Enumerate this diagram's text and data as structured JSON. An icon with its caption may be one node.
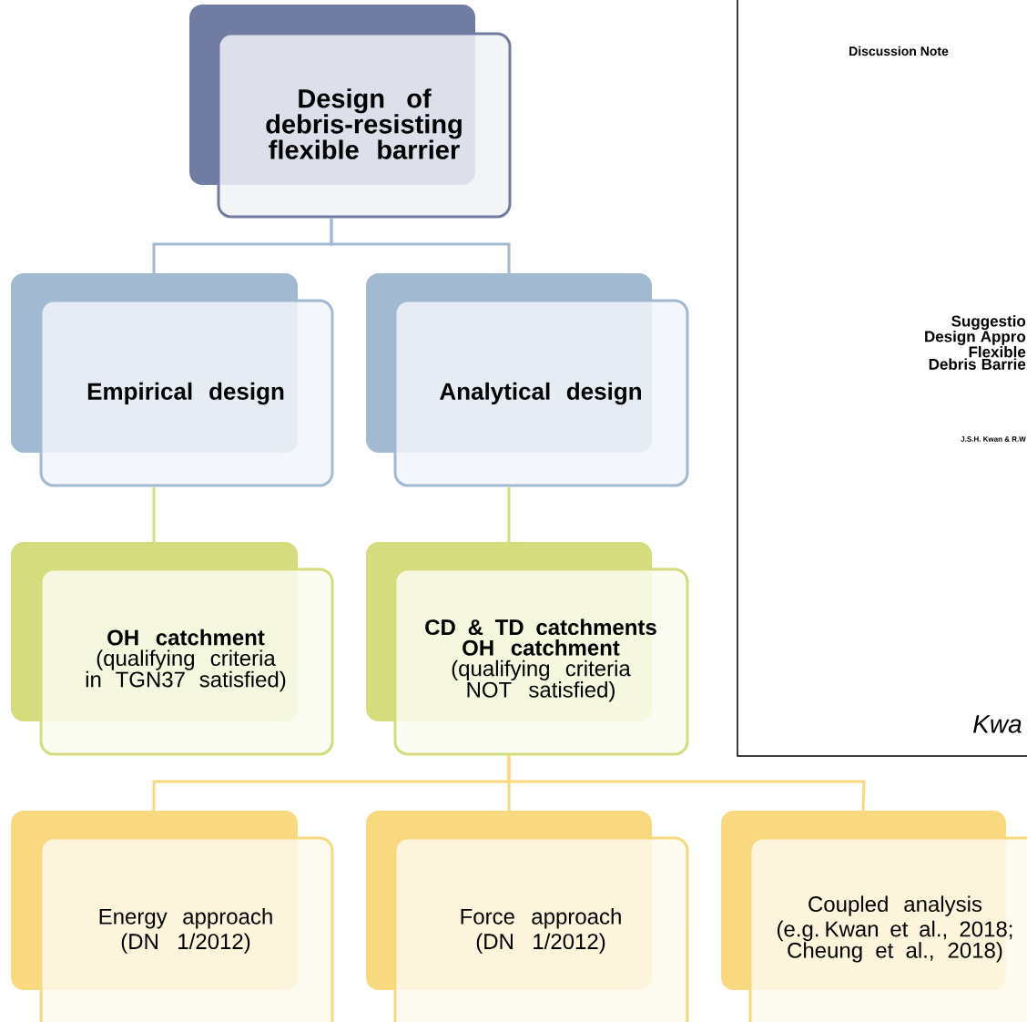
{
  "diagram": {
    "nodes": [
      {
        "text": [
          "Design of debris-resisting flexible barrier"
        ]
      },
      {
        "text": [
          "Empirical design"
        ]
      },
      {
        "text": [
          "Analytical design"
        ]
      },
      {
        "text": [
          "OH catchment",
          "(qualifying criteria in TGN37 satisfied)"
        ]
      },
      {
        "text": [
          "CD & TD catchments",
          "OH catchment",
          "(qualifying criteria NOT satisfied)"
        ]
      },
      {
        "text": [
          "Energy approach",
          "(DN 1/2012)"
        ]
      },
      {
        "text": [
          "Force approach",
          "(DN 1/2012)"
        ]
      },
      {
        "text": [
          "Coupled analysis",
          "(e.g. Kwan et al., 2018; Cheung et al., 2018)"
        ]
      },
      {
        "text": [
          "Discussion Note",
          "Suggestio Design Appro Flexible Debris Barrie",
          "J.S.H. Kwan & R.W",
          "Kwa"
        ]
      }
    ],
    "edges": [
      {
        "from": 0,
        "to": 1,
        "arrow": "none",
        "color": "#a1b9d1"
      },
      {
        "from": 0,
        "to": 2,
        "arrow": "none",
        "color": "#a1b9d1"
      },
      {
        "from": 1,
        "to": 3,
        "arrow": "none",
        "color": "#d4dc7e"
      },
      {
        "from": 2,
        "to": 4,
        "arrow": "none",
        "color": "#d4dc7e"
      },
      {
        "from": 4,
        "to": 5,
        "arrow": "none"
      },
      {
        "from": 4,
        "to": 6,
        "arrow": "none"
      },
      {
        "from": 4,
        "to": 7,
        "arrow": "none"
      }
    ]
  }
}
